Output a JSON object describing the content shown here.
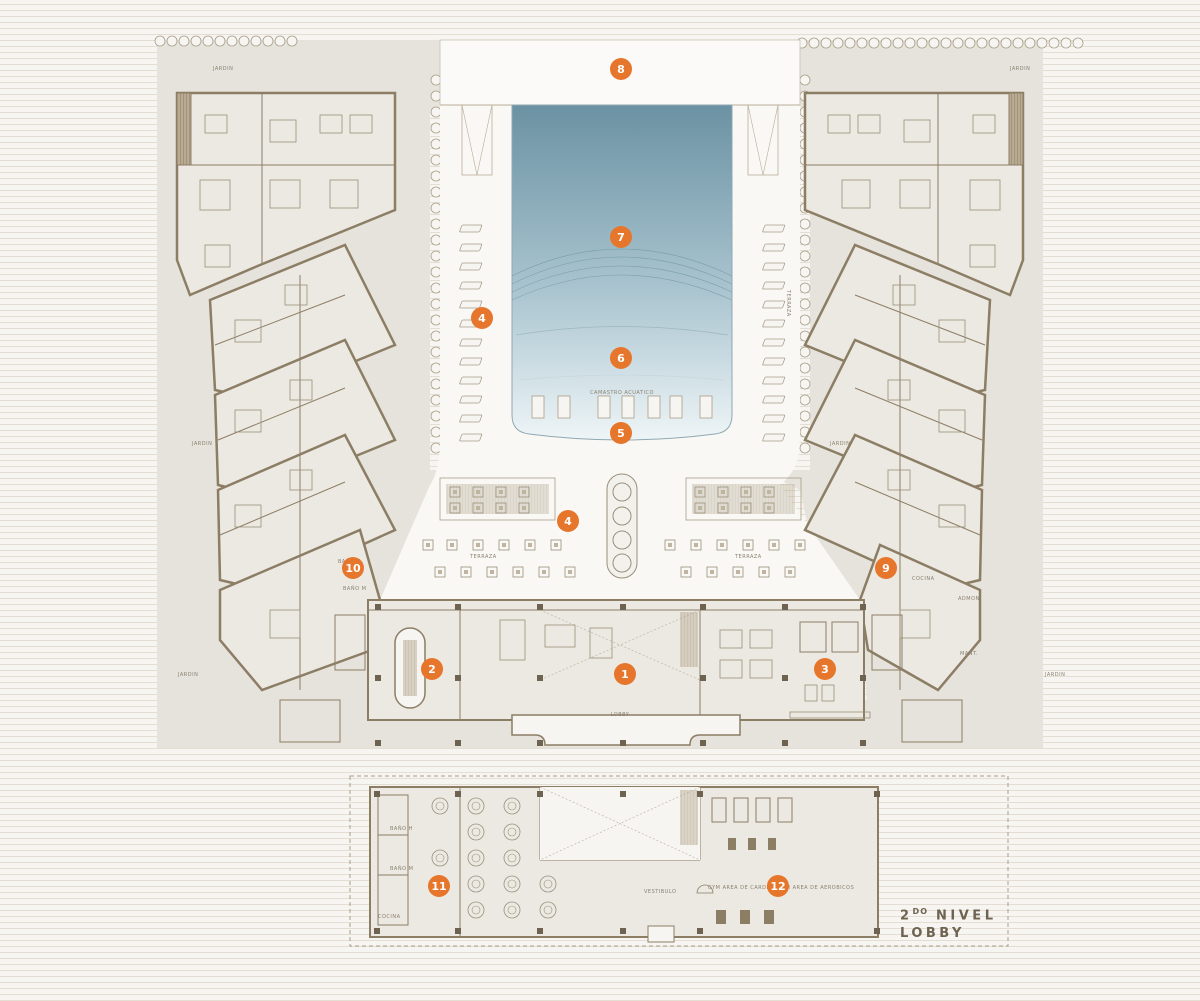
{
  "legend": {
    "level_prefix": "2",
    "level_superscript": "DO",
    "level_word": "NIVEL",
    "floor_name": "LOBBY"
  },
  "room_labels": {
    "lobby": "LOBBY",
    "terraza": "TERRAZA",
    "jardin": "JARDIN",
    "cocina": "COCINA",
    "bano_h": "BAÑO H",
    "bano_m": "BAÑO M",
    "admon": "ADMON",
    "maint": "MANT.",
    "vestibulo": "VESTIBULO",
    "gym": "GYM AREA DE CARDIO",
    "aerobics": "GYM AREA DE AEROBICOS",
    "pool_edge": "CAMASTRO ACUATICO"
  },
  "markers": [
    {
      "n": "1"
    },
    {
      "n": "2"
    },
    {
      "n": "3"
    },
    {
      "n": "4"
    },
    {
      "n": "4"
    },
    {
      "n": "5"
    },
    {
      "n": "6"
    },
    {
      "n": "7"
    },
    {
      "n": "8"
    },
    {
      "n": "9"
    },
    {
      "n": "10"
    },
    {
      "n": "11"
    },
    {
      "n": "12"
    }
  ],
  "colors": {
    "marker": "#e6762b",
    "building_fill": "#e6e3dc",
    "wall": "#8c7d65",
    "pool_top": "#6f95a5",
    "pool_bottom": "#e8f2f5"
  }
}
